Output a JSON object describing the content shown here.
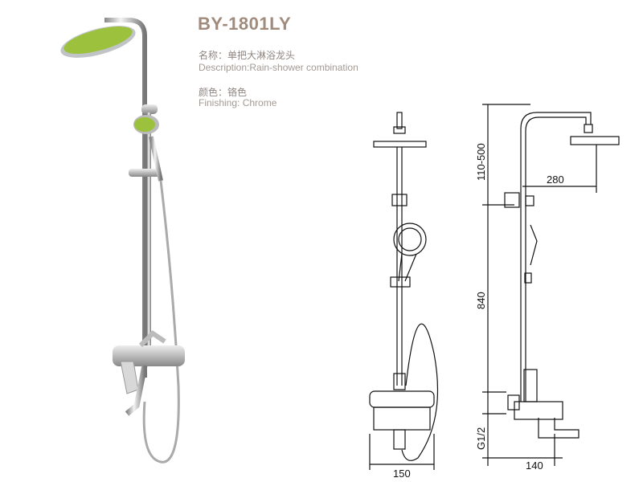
{
  "product": {
    "model": "BY-1801LY",
    "name_cn": "名称：单把大淋浴龙头",
    "description": "Description:Rain-shower combination",
    "color_cn": "颜色：铬色",
    "finishing": "Finishing: Chrome"
  },
  "dimensions": {
    "front_width": "150",
    "side_depth": "140",
    "arm_length": "280",
    "height_adjust": "110-500",
    "pole_height": "840",
    "thread": "G1/2"
  },
  "colors": {
    "title": "#a08b7c",
    "shower_face": "#9cc13c",
    "chrome": "#c8ccd0"
  }
}
